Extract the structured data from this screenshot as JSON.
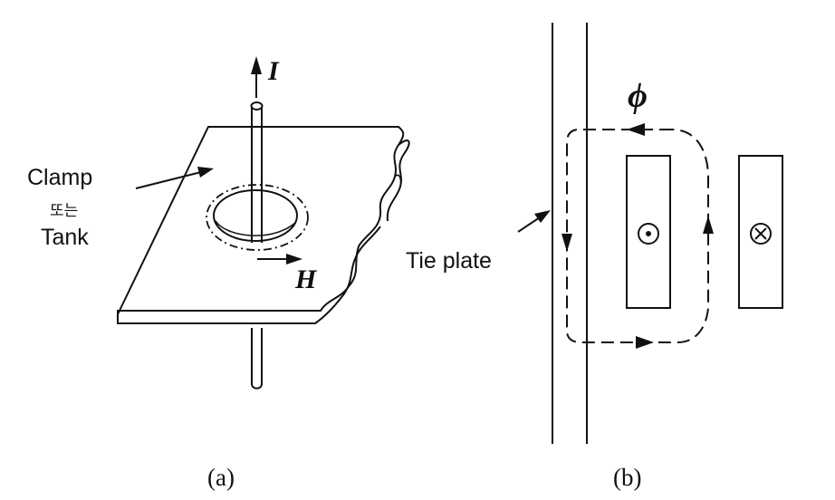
{
  "panel_a": {
    "current_label": "I",
    "field_label": "H",
    "clamp_label_line1": "Clamp",
    "clamp_label_line2": "또는",
    "clamp_label_line3": "Tank",
    "caption": "(a)"
  },
  "panel_b": {
    "flux_label": "ϕ",
    "tie_plate_label": "Tie plate",
    "caption": "(b)",
    "conductor_out_symbol": "dot",
    "conductor_in_symbol": "cross"
  }
}
